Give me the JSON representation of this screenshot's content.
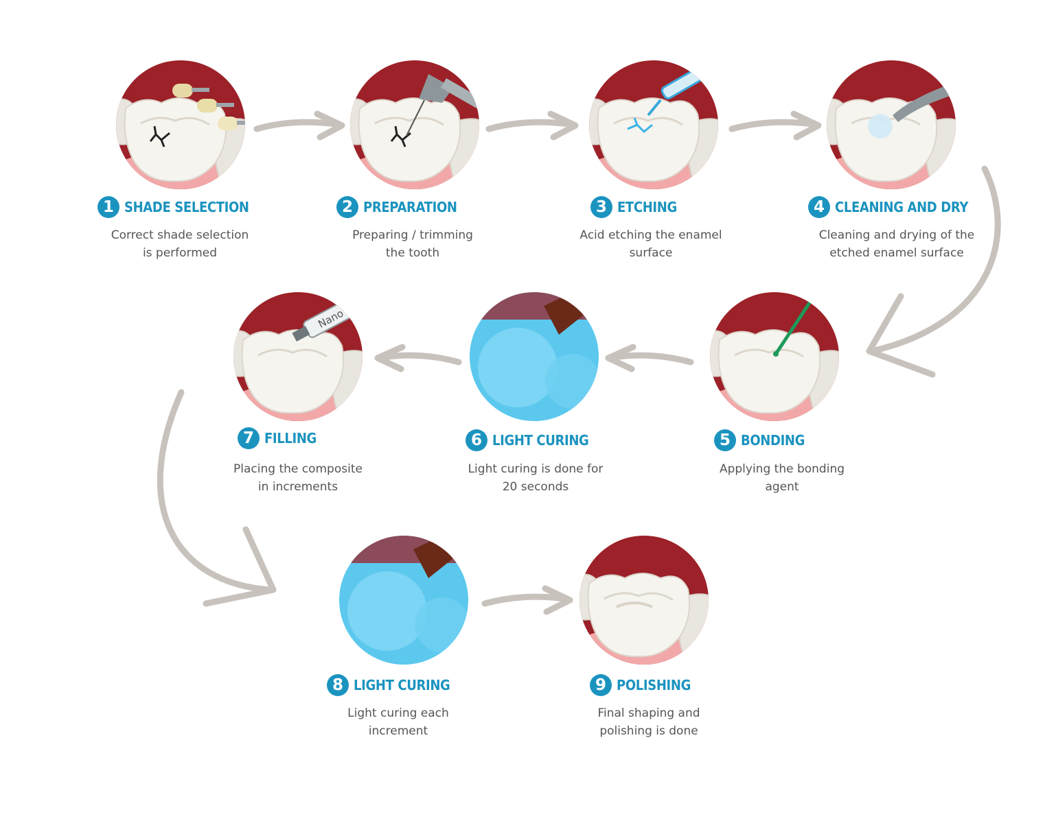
{
  "colors": {
    "accent": "#1b93bf",
    "description_text": "#555555",
    "arrow": "#c8c2bd",
    "gum_dark": "#9c2128",
    "gum_pink": "#f2a8a8",
    "tooth": "#f6f4ef",
    "curing_light": "#5cc8ee"
  },
  "steps": [
    {
      "number": "1",
      "title": "SHADE SELECTION",
      "lines": [
        "Correct shade selection",
        "is performed"
      ],
      "illustration": "shade-guide"
    },
    {
      "number": "2",
      "title": "PREPARATION",
      "lines": [
        "Preparing / trimming",
        "the tooth"
      ],
      "illustration": "drill"
    },
    {
      "number": "3",
      "title": "ETCHING",
      "lines": [
        "Acid etching the enamel",
        "surface"
      ],
      "illustration": "etch-syringe"
    },
    {
      "number": "4",
      "title": "CLEANING AND DRY",
      "lines": [
        "Cleaning and drying of the",
        "etched enamel surface"
      ],
      "illustration": "air-water-syringe"
    },
    {
      "number": "5",
      "title": "BONDING",
      "lines": [
        "Applying the bonding",
        "agent"
      ],
      "illustration": "bonding-brush"
    },
    {
      "number": "6",
      "title": "LIGHT CURING",
      "lines": [
        "Light curing is done for",
        "20 seconds"
      ],
      "illustration": "curing-light"
    },
    {
      "number": "7",
      "title": "FILLING",
      "lines": [
        "Placing the composite",
        "in increments"
      ],
      "illustration": "composite-syringe",
      "syringe_label": "Nano"
    },
    {
      "number": "8",
      "title": "LIGHT CURING",
      "lines": [
        "Light curing each",
        "increment"
      ],
      "illustration": "curing-light"
    },
    {
      "number": "9",
      "title": "POLISHING",
      "lines": [
        "Final shaping and",
        "polishing is done"
      ],
      "illustration": "polished-tooth"
    }
  ]
}
